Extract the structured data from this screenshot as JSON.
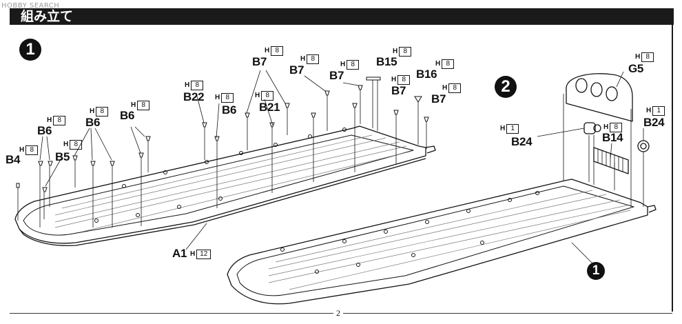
{
  "watermark": "HOBBY SEARCH",
  "header": {
    "title": "組み立て"
  },
  "page_number": "2",
  "steps": [
    {
      "number": "1"
    },
    {
      "number": "2"
    },
    {
      "number": "1"
    }
  ],
  "parts": {
    "b4": "B4",
    "b5": "B5",
    "b6a": "B6",
    "b6b": "B6",
    "b6c": "B6",
    "b6d": "B6",
    "b22": "B22",
    "b7a": "B7",
    "b7b": "B7",
    "b7c": "B7",
    "b7d": "B7",
    "b7e": "B7",
    "b21": "B21",
    "b15": "B15",
    "b16": "B16",
    "a1": "A1",
    "g5": "G5",
    "b24a": "B24",
    "b24b": "B24",
    "b14": "B14"
  },
  "runners": {
    "h": "H",
    "eight": "8",
    "one": "1",
    "twelve": "12"
  }
}
